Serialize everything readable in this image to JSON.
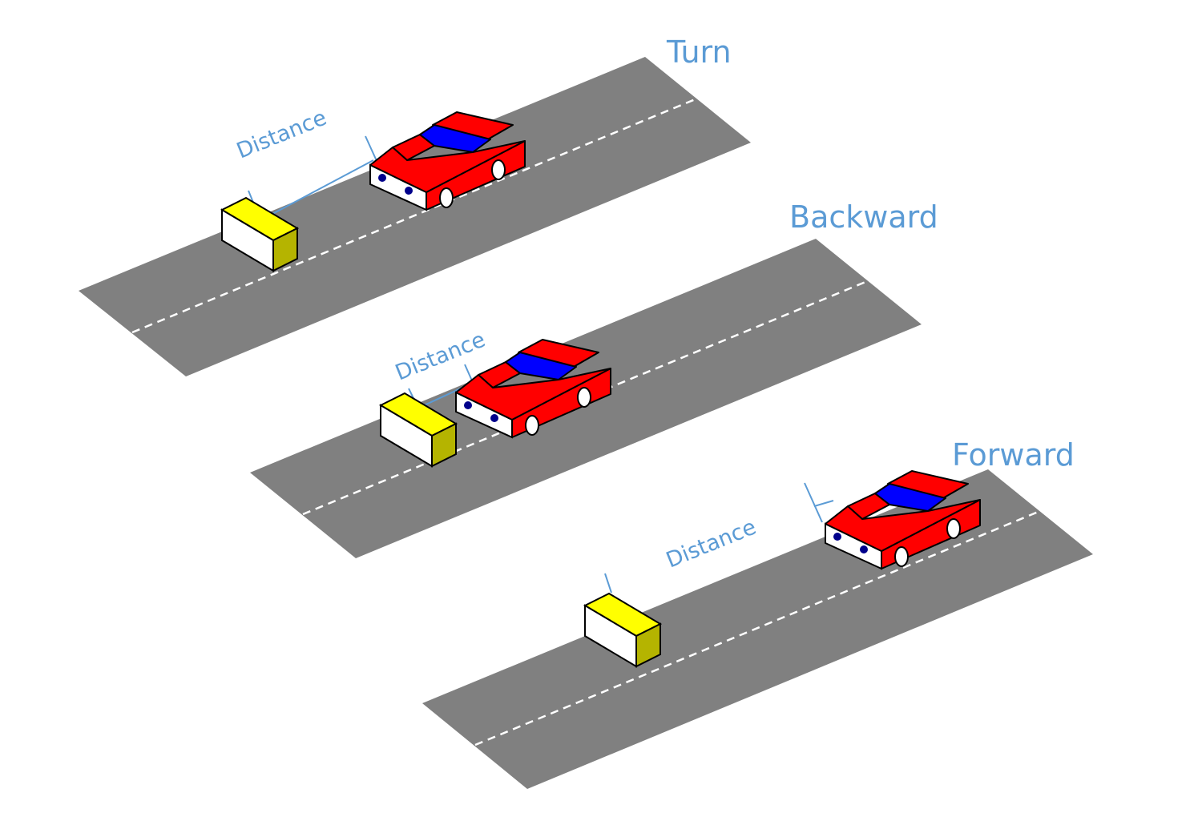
{
  "colors": {
    "road": "#808080",
    "lane_marking": "#ffffff",
    "label": "#5b9bd5",
    "car_body": "#ff0000",
    "car_window": "#0000ff",
    "car_front": "#ffffff",
    "headlight": "#00008b",
    "obstacle_top": "#ffff00",
    "obstacle_side": "#b5b400",
    "obstacle_front": "#ffffff",
    "outline": "#000000"
  },
  "scenarios": [
    {
      "title": "Turn",
      "distance_label": "Distance"
    },
    {
      "title": "Backward",
      "distance_label": "Distance"
    },
    {
      "title": "Forward",
      "distance_label": "Distance"
    }
  ]
}
